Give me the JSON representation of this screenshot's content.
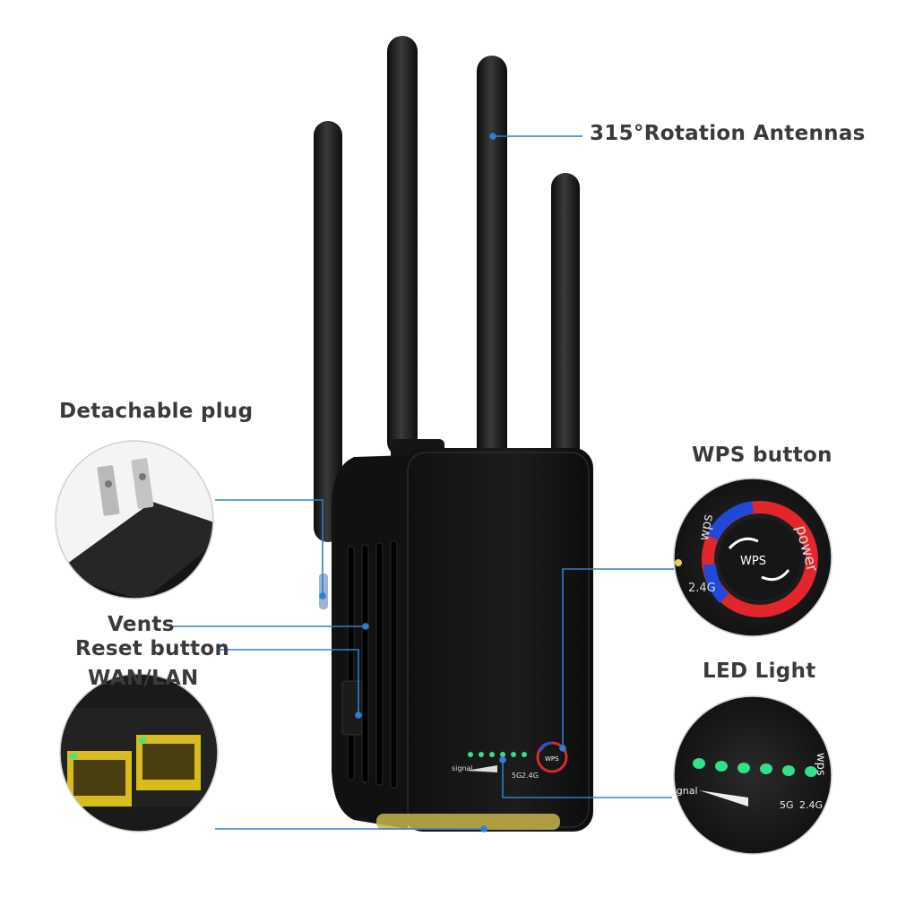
{
  "labels": {
    "antennas": "315°Rotation Antennas",
    "plug": "Detachable plug",
    "vents": "Vents",
    "reset": "Reset button",
    "wan_lan": "WAN/LAN",
    "wps_button": "WPS button",
    "led_light": "LED Light"
  },
  "device_text": {
    "signal": "signal",
    "band_5g": "5G",
    "band_24g": "2.4G",
    "wps": "wps",
    "power": "power",
    "wps_center": "WPS"
  },
  "colors": {
    "callout_line": "#2f7fd1",
    "led_green": "#33e08a",
    "device_black": "#151515",
    "port_yellow": "#e2c21b"
  }
}
